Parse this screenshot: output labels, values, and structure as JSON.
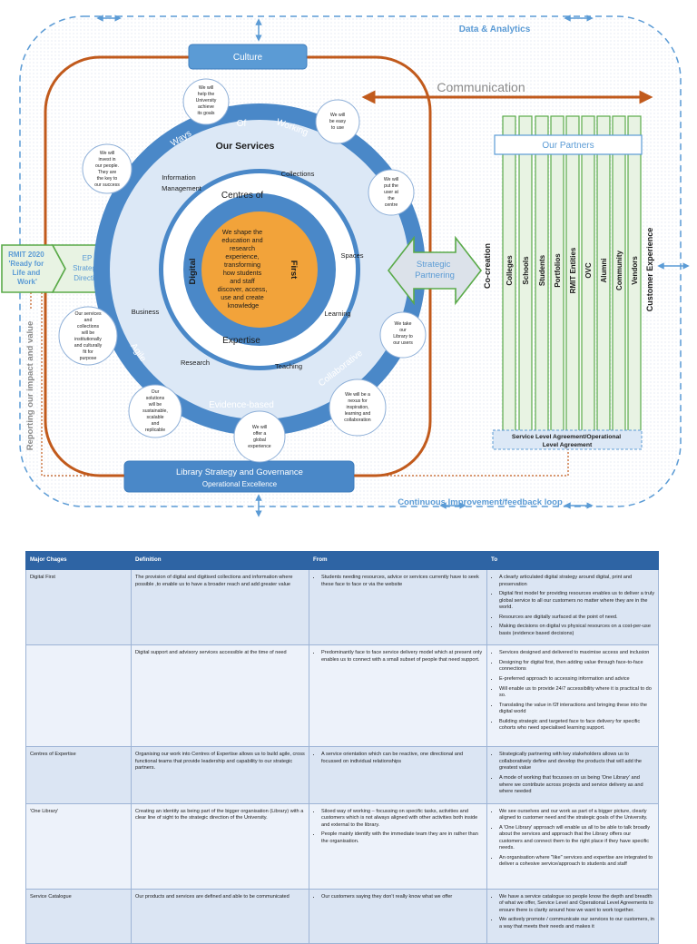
{
  "diagram": {
    "data_analytics": "Data & Analytics",
    "culture": "Culture",
    "communication": "Communication",
    "continuous_improvement": "Continuous Improvement/feedback loop",
    "reporting": "Reporting our impact and value",
    "strategy_title": "Library Strategy and Governance",
    "strategy_subtitle": "Operational Excellence",
    "ways": "Ways",
    "of": "Of",
    "working": "Working",
    "agile": "Agile",
    "evidence": "Evidence-based",
    "collaborative": "Collaborative",
    "our_services": "Our Services",
    "information": "Information",
    "management": "Management",
    "collections": "Collections",
    "spaces": "Spaces",
    "learning": "Learning",
    "teaching": "Teaching",
    "research": "Research",
    "business": "Business",
    "centres_of": "Centres of",
    "expertise": "Expertise",
    "digital": "Digital",
    "first": "First",
    "core_lines": [
      "We shape the",
      "education and",
      "research",
      "experience,",
      "transforming",
      "how students",
      "and staff",
      "discover, access,",
      "use and create",
      "knowledge"
    ],
    "bubbles": [
      {
        "id": "help",
        "lines": [
          "We will",
          "help the",
          "University",
          "achieve",
          "its goals"
        ]
      },
      {
        "id": "easy",
        "lines": [
          "We will",
          "be easy",
          "to use"
        ]
      },
      {
        "id": "invest",
        "lines": [
          "We will",
          "invest in",
          "our people.",
          "They are",
          "the key to",
          "our success"
        ]
      },
      {
        "id": "user",
        "lines": [
          "We will",
          "put the",
          "user at",
          "the",
          "centre"
        ]
      },
      {
        "id": "collections",
        "lines": [
          "Our services",
          "and",
          "collections",
          "will be",
          "institutionally",
          "and culturally",
          "fit for",
          "purpose"
        ]
      },
      {
        "id": "library",
        "lines": [
          "We take",
          "our",
          "Library to",
          "our users"
        ]
      },
      {
        "id": "sustainable",
        "lines": [
          "Our",
          "solutions",
          "will be",
          "sustainable,",
          "scalable",
          "and",
          "replicable"
        ]
      },
      {
        "id": "nexus",
        "lines": [
          "We will be a",
          "nexus for",
          "inspiration,",
          "learning and",
          "collaboration"
        ]
      },
      {
        "id": "global",
        "lines": [
          "We will",
          "offer a",
          "global",
          "experience"
        ]
      }
    ],
    "rmit_lines": [
      "RMIT 2020",
      "'Ready for",
      "Life and",
      "Work'"
    ],
    "ep_lines": [
      "EP",
      "Strategic",
      "Direction"
    ],
    "strategic_lines": [
      "Strategic",
      "Partnering"
    ],
    "co_creation": "Co-creation",
    "our_partners": "Our Partners",
    "partners": [
      "Colleges",
      "Schools",
      "Students",
      "Portfolios",
      "RMIT Entities",
      "OVC",
      "Alumni",
      "Community",
      "Vendors"
    ],
    "customer_experience": "Customer Experience",
    "sla_lines": [
      "Service Level Agreement/Operational",
      "Level Agreement"
    ]
  },
  "table": {
    "headers": [
      "Major Chages",
      "Definition",
      "From",
      "To"
    ],
    "rows": [
      {
        "change": "Digital First",
        "definition": "The provision of digital and digitised collections and information where possible ,to enable us to have a broader reach and add greater value",
        "from": [
          "Students needing resources, advice or services currently have to seek these face to face or via the website"
        ],
        "to": [
          "A clearly articulated digital strategy around digital, print and preservation",
          "Digital first model for providing resources enables us to deliver a truly global service to all our customers no matter where they are in the world.",
          "Resources are digitally surfaced at the point of need.",
          "Making decisions on digital vs physical resources on a cost-per-use basis (evidence based decisions)"
        ]
      },
      {
        "change": "",
        "definition": "Digital support and advisory services accessible at the time of need",
        "from": [
          "Predominantly face to face service delivery model which at present only enables us to connect with a small subset of people that need support."
        ],
        "to": [
          "Services designed and delivered to maximise access and inclusion",
          "Designing for digital first, then adding value through face-to-face connections",
          "E-preferred approach to accessing information and advice",
          "Will enable us to provide 24/7 accessibility where it is practical to do so.",
          "Translating the value in f2f interactions and bringing these into the digital world",
          "Building strategic and targeted face to face delivery for specific cohorts who need specialised learning support."
        ]
      },
      {
        "change": "Centres of Expertise",
        "definition": "Organising our work into Centres of Expertise allows us to build agile, cross functional teams that provide leadership and capability to our strategic partners.",
        "from": [
          "A service orientation which can be reactive, one directional and focussed on individual relationships"
        ],
        "to": [
          "Strategically partnering with key stakeholders allows us to collaboratively define and develop the products that will add the greatest value",
          "A mode of working that focusses on us being 'One Library' and where we contribute across projects and service delivery as and where needed"
        ]
      },
      {
        "change": "'One Library'",
        "definition": "Creating an identity as being part of the bigger organisation (Library) with a clear line of sight to the strategic direction of the University.",
        "from": [
          "Siloed way of working – focussing on specific tasks, activities and customers which is not always aligned with other activities both inside and external to the library.",
          "People mainly identify with the immediate team they are in rather than the organisation."
        ],
        "to": [
          "We see ourselves and our work as part of a bigger picture, clearly aligned to customer need and the strategic goals of the University.",
          "A 'One Library' approach will enable us all to be able to talk broadly about the services and approach that the Library offers our customers and connect them to the right place if they have specific needs.",
          "An organisation where \"like\" services and expertise are integrated to deliver a cohesive service/approach to students and staff"
        ]
      },
      {
        "change": "Service Catalogue",
        "definition": "Our products and services are defined and able to be communicated",
        "from": [
          "Our customers saying they don't really know what we offer"
        ],
        "to": [
          "We have a service catalogue so people know the depth and breadth of what we offer, Service Level and Operational Level Agreements to ensure there is clarity around how we want to work together.",
          "We actively promote / communicate our services to our customers, in a way that meets their needs and makes it"
        ]
      }
    ]
  }
}
